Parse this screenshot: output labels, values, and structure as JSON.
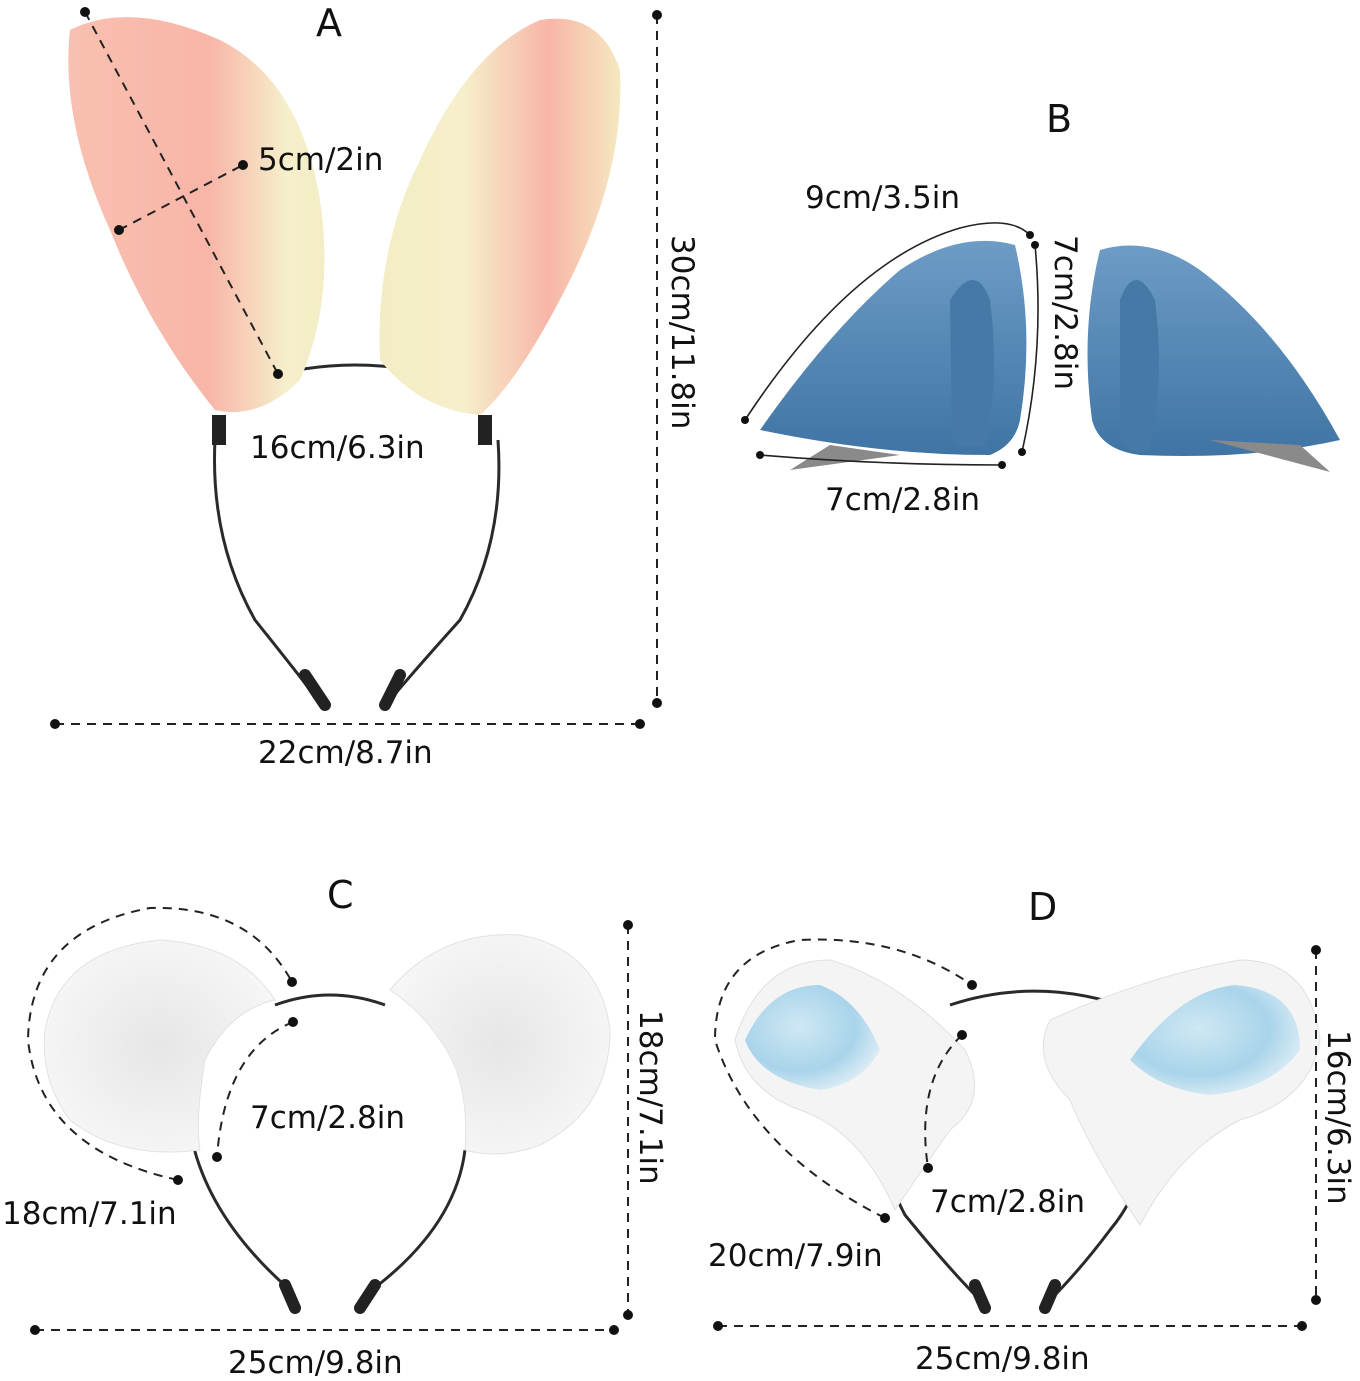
{
  "panels": {
    "a": {
      "letter": "A",
      "ear_width": "5cm/2in",
      "band_width": "16cm/6.3in",
      "height": "30cm/11.8in",
      "total_width": "22cm/8.7in"
    },
    "b": {
      "letter": "B",
      "ear_edge": "9cm/3.5in",
      "ear_height": "7cm/2.8in",
      "base_width": "7cm/2.8in"
    },
    "c": {
      "letter": "C",
      "band_inner": "7cm/2.8in",
      "ear_curve": "18cm/7.1in",
      "height": "18cm/7.1in",
      "total_width": "25cm/9.8in"
    },
    "d": {
      "letter": "D",
      "band_inner": "7cm/2.8in",
      "ear_curve": "20cm/7.9in",
      "height": "16cm/6.3in",
      "total_width": "25cm/9.8in"
    }
  },
  "colors": {
    "bunny_cream": "#f6f0c8",
    "bunny_pink": "#f7b3a8",
    "blue_fur": "#4f84b3",
    "white_fur": "#f2f2f2",
    "inner_blue": "#a9d4ea"
  }
}
